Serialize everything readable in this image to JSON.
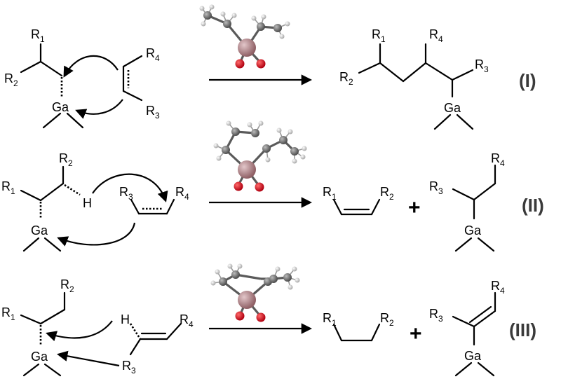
{
  "groups": {
    "R1": "R",
    "R2": "R",
    "R3": "R",
    "R4": "R"
  },
  "subs": {
    "s1": "1",
    "s2": "2",
    "s3": "3",
    "s4": "4"
  },
  "atoms": {
    "ga": "Ga",
    "h": "H"
  },
  "plus_sign": "+",
  "reactions": [
    {
      "numeral": "(I)"
    },
    {
      "numeral": "(II)"
    },
    {
      "numeral": "(III)"
    }
  ],
  "colors": {
    "gallium_atom": "#b07f84",
    "oxygen_atom": "#e0001b",
    "carbon_atom": "#777777",
    "hydrogen_atom": "#e8e8e8",
    "roman_numeral": "#3a3a3a"
  }
}
